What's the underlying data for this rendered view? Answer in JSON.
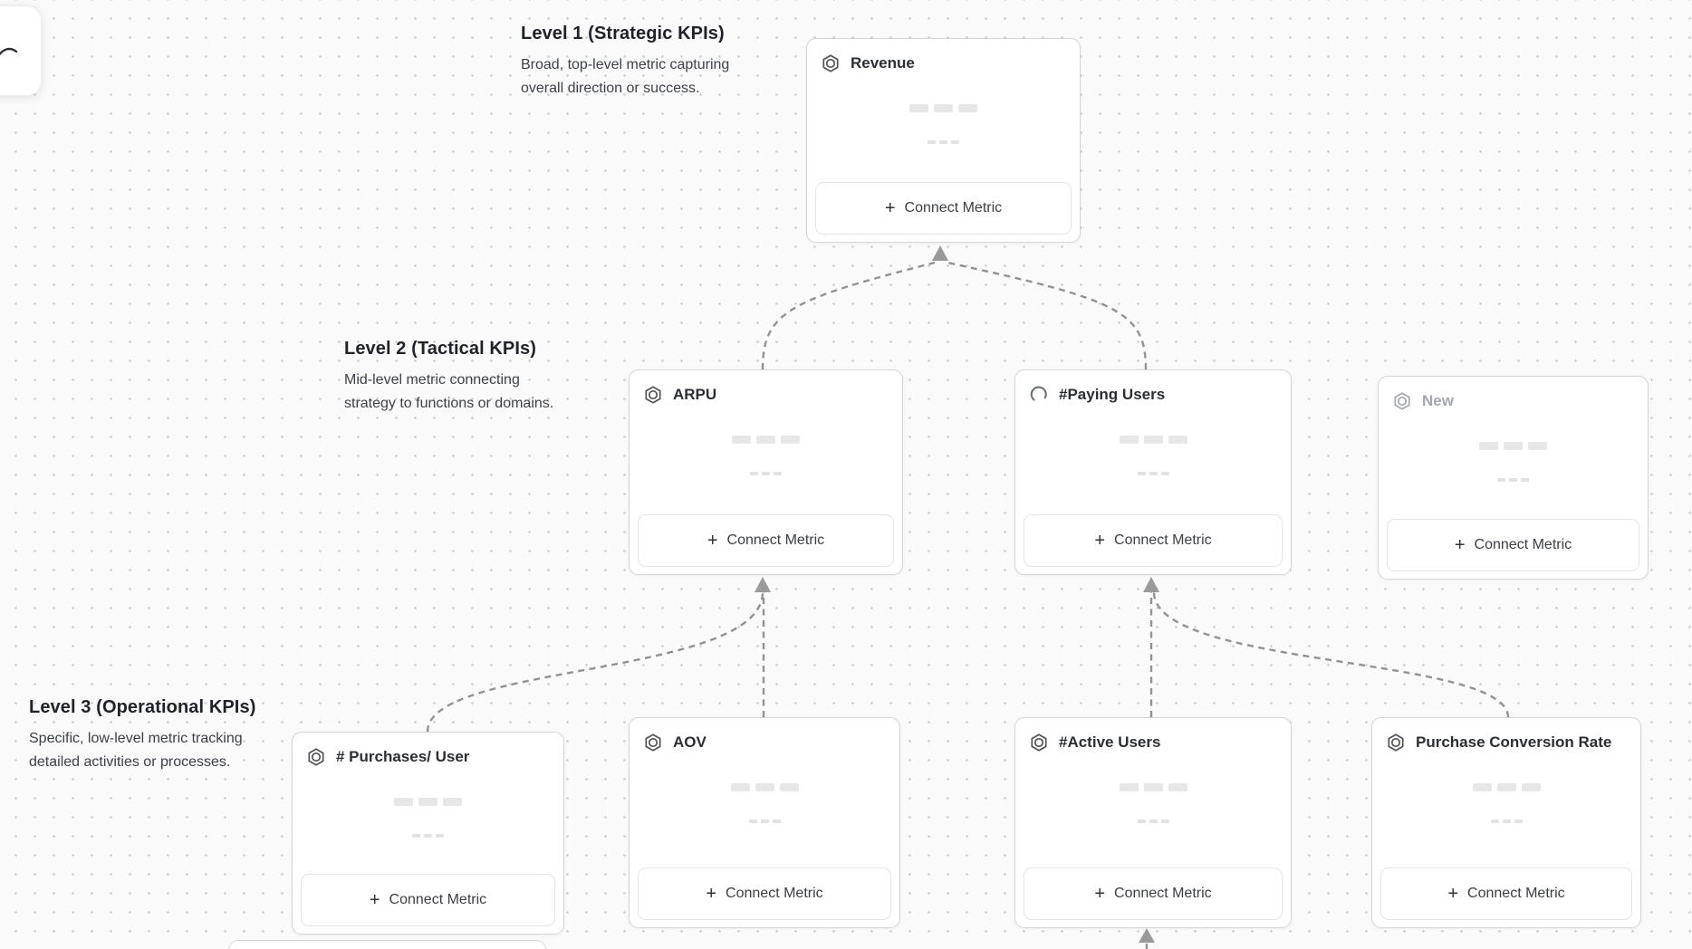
{
  "canvas": {
    "background": "#fafafa",
    "dot_color": "#c9c9c9",
    "edge_color": "#929292",
    "card_border": "#d5d5d5"
  },
  "toolbar": {
    "partial_button_icon": "cursor-stroke-icon"
  },
  "levels": [
    {
      "title": "Level 1 (Strategic KPIs)",
      "description": "Broad, top-level metric capturing overall direction or success."
    },
    {
      "title": "Level 2 (Tactical KPIs)",
      "description": "Mid-level metric connecting strategy to functions or domains."
    },
    {
      "title": "Level 3 (Operational KPIs)",
      "description": "Specific, low-level metric tracking detailed activities or processes."
    }
  ],
  "cards": [
    {
      "title": "Revenue",
      "icon": "hexagon-metric-icon",
      "state": "default",
      "button_label": "Connect Metric"
    },
    {
      "title": "ARPU",
      "icon": "hexagon-metric-icon",
      "state": "default",
      "button_label": "Connect Metric"
    },
    {
      "title": "#Paying Users",
      "icon": "spinner-icon",
      "state": "loading",
      "button_label": "Connect Metric"
    },
    {
      "title": "New",
      "icon": "hexagon-metric-icon",
      "state": "draft",
      "button_label": "Connect Metric"
    },
    {
      "title": "# Purchases/ User",
      "icon": "hexagon-metric-icon",
      "state": "default",
      "button_label": "Connect Metric"
    },
    {
      "title": "AOV",
      "icon": "hexagon-metric-icon",
      "state": "default",
      "button_label": "Connect Metric"
    },
    {
      "title": "#Active Users",
      "icon": "hexagon-metric-icon",
      "state": "default",
      "button_label": "Connect Metric"
    },
    {
      "title": "Purchase Conversion Rate",
      "icon": "hexagon-metric-icon",
      "state": "default",
      "button_label": "Connect Metric"
    }
  ],
  "edges": [
    {
      "from": "ARPU",
      "to": "Revenue"
    },
    {
      "from": "#Paying Users",
      "to": "Revenue"
    },
    {
      "from": "# Purchases/ User",
      "to": "ARPU"
    },
    {
      "from": "AOV",
      "to": "ARPU"
    },
    {
      "from": "#Active Users",
      "to": "#Paying Users"
    },
    {
      "from": "Purchase Conversion Rate",
      "to": "#Paying Users"
    },
    {
      "to": "#Active Users"
    }
  ]
}
